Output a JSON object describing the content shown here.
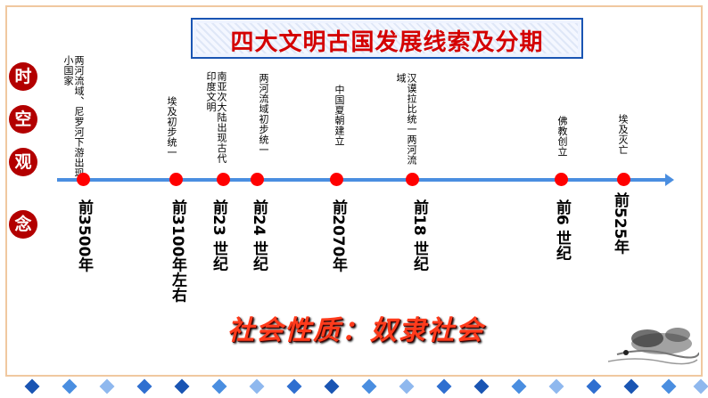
{
  "title": "四大文明古国发展线索及分期",
  "side_label": [
    "时",
    "空",
    "观",
    "念"
  ],
  "events": [
    {
      "event": "两河流域、尼罗河下游出现小国家",
      "date": "前3500年"
    },
    {
      "event": "埃及初步统一",
      "date": "前3100年左右"
    },
    {
      "event": "南亚次大陆出现古代印度文明",
      "date": "前23 世纪"
    },
    {
      "event": "两河流域初步统一",
      "date": "前24 世纪"
    },
    {
      "event": "中国夏朝建立",
      "date": "前2070年"
    },
    {
      "event": "汉谟拉比统一两河流域",
      "date": "前18 世纪"
    },
    {
      "event": "佛教创立",
      "date": "前6 世纪"
    },
    {
      "event": "埃及灭亡",
      "date": "前525年"
    }
  ],
  "society_label": "社会性质：奴隶社会",
  "colors": {
    "accent": "#d40000",
    "axis": "#4a8ee0",
    "dot": "#ff0000",
    "title_border": "#1a55b3"
  }
}
